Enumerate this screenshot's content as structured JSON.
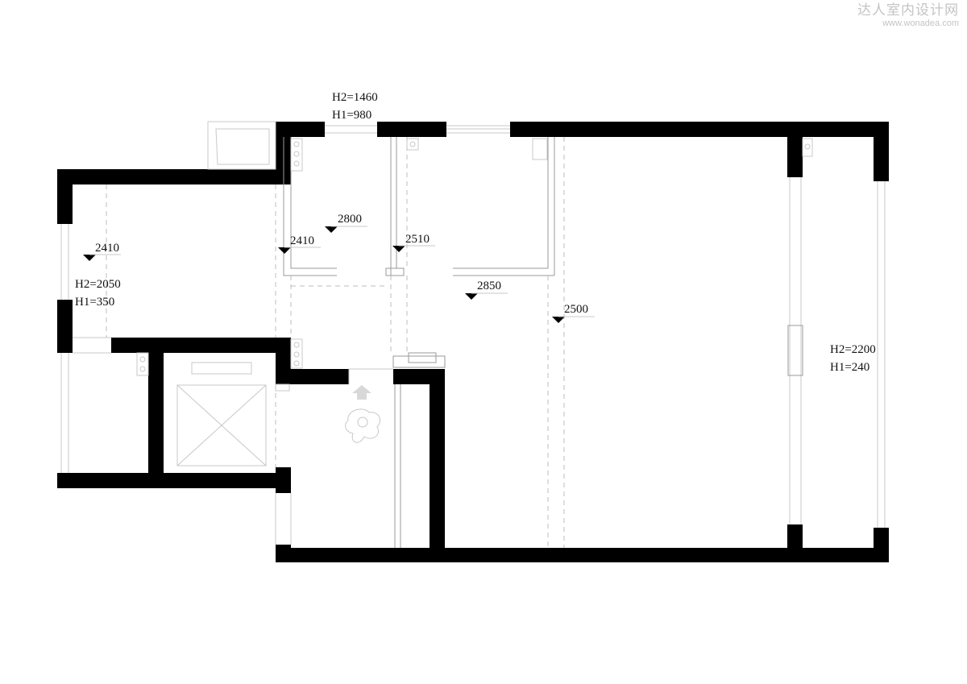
{
  "watermark": {
    "name": "达人室内设计网",
    "url": "www.wonadea.com"
  },
  "window_heights": {
    "top": {
      "h2": "H2=1460",
      "h1": "H1=980"
    },
    "left": {
      "h2": "H2=2050",
      "h1": "H1=350"
    },
    "right": {
      "h2": "H2=2200",
      "h1": "H1=240"
    }
  },
  "ceiling_heights": {
    "left_room": "2410",
    "room_a": "2800",
    "room_a_edge": "2410",
    "room_b": "2510",
    "corridor": "2850",
    "living": "2500"
  }
}
